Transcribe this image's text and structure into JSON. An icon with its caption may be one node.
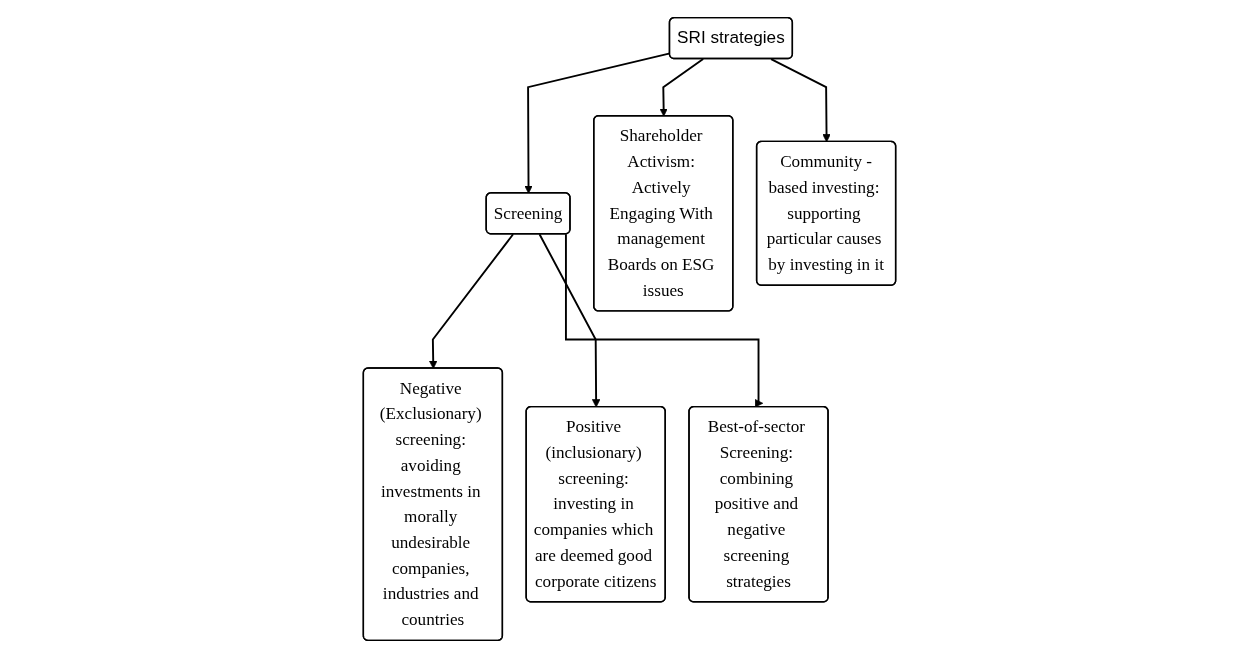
{
  "diagram": {
    "nodes": [
      {
        "text": [
          "SRI strategies"
        ]
      },
      {
        "text": [
          "Screening"
        ]
      },
      {
        "text": [
          "Negative (Exclusionary) screening: avoiding investments in morally undesirable companies, industries and countries"
        ]
      },
      {
        "text": [
          "Positive (inclusionary) screening: investing in companies which are deemed good corporate citizens"
        ]
      },
      {
        "text": [
          "Best-of-sector Screening: combining positive and negative screening strategies"
        ]
      },
      {
        "text": [
          "Shareholder Activism: Actively Engaging With management Boards on ESG issues"
        ]
      },
      {
        "text": [
          "Community -based investing: supporting particular causes by investing in it"
        ]
      }
    ],
    "edges": [
      {
        "from": 0,
        "to": 1,
        "arrow": "to"
      },
      {
        "from": 0,
        "to": 5,
        "arrow": "to"
      },
      {
        "from": 0,
        "to": 6,
        "arrow": "to"
      },
      {
        "from": 1,
        "to": 2,
        "arrow": "to"
      },
      {
        "from": 1,
        "to": 3,
        "arrow": "to"
      },
      {
        "from": 1,
        "to": 4,
        "arrow": "to"
      }
    ]
  }
}
